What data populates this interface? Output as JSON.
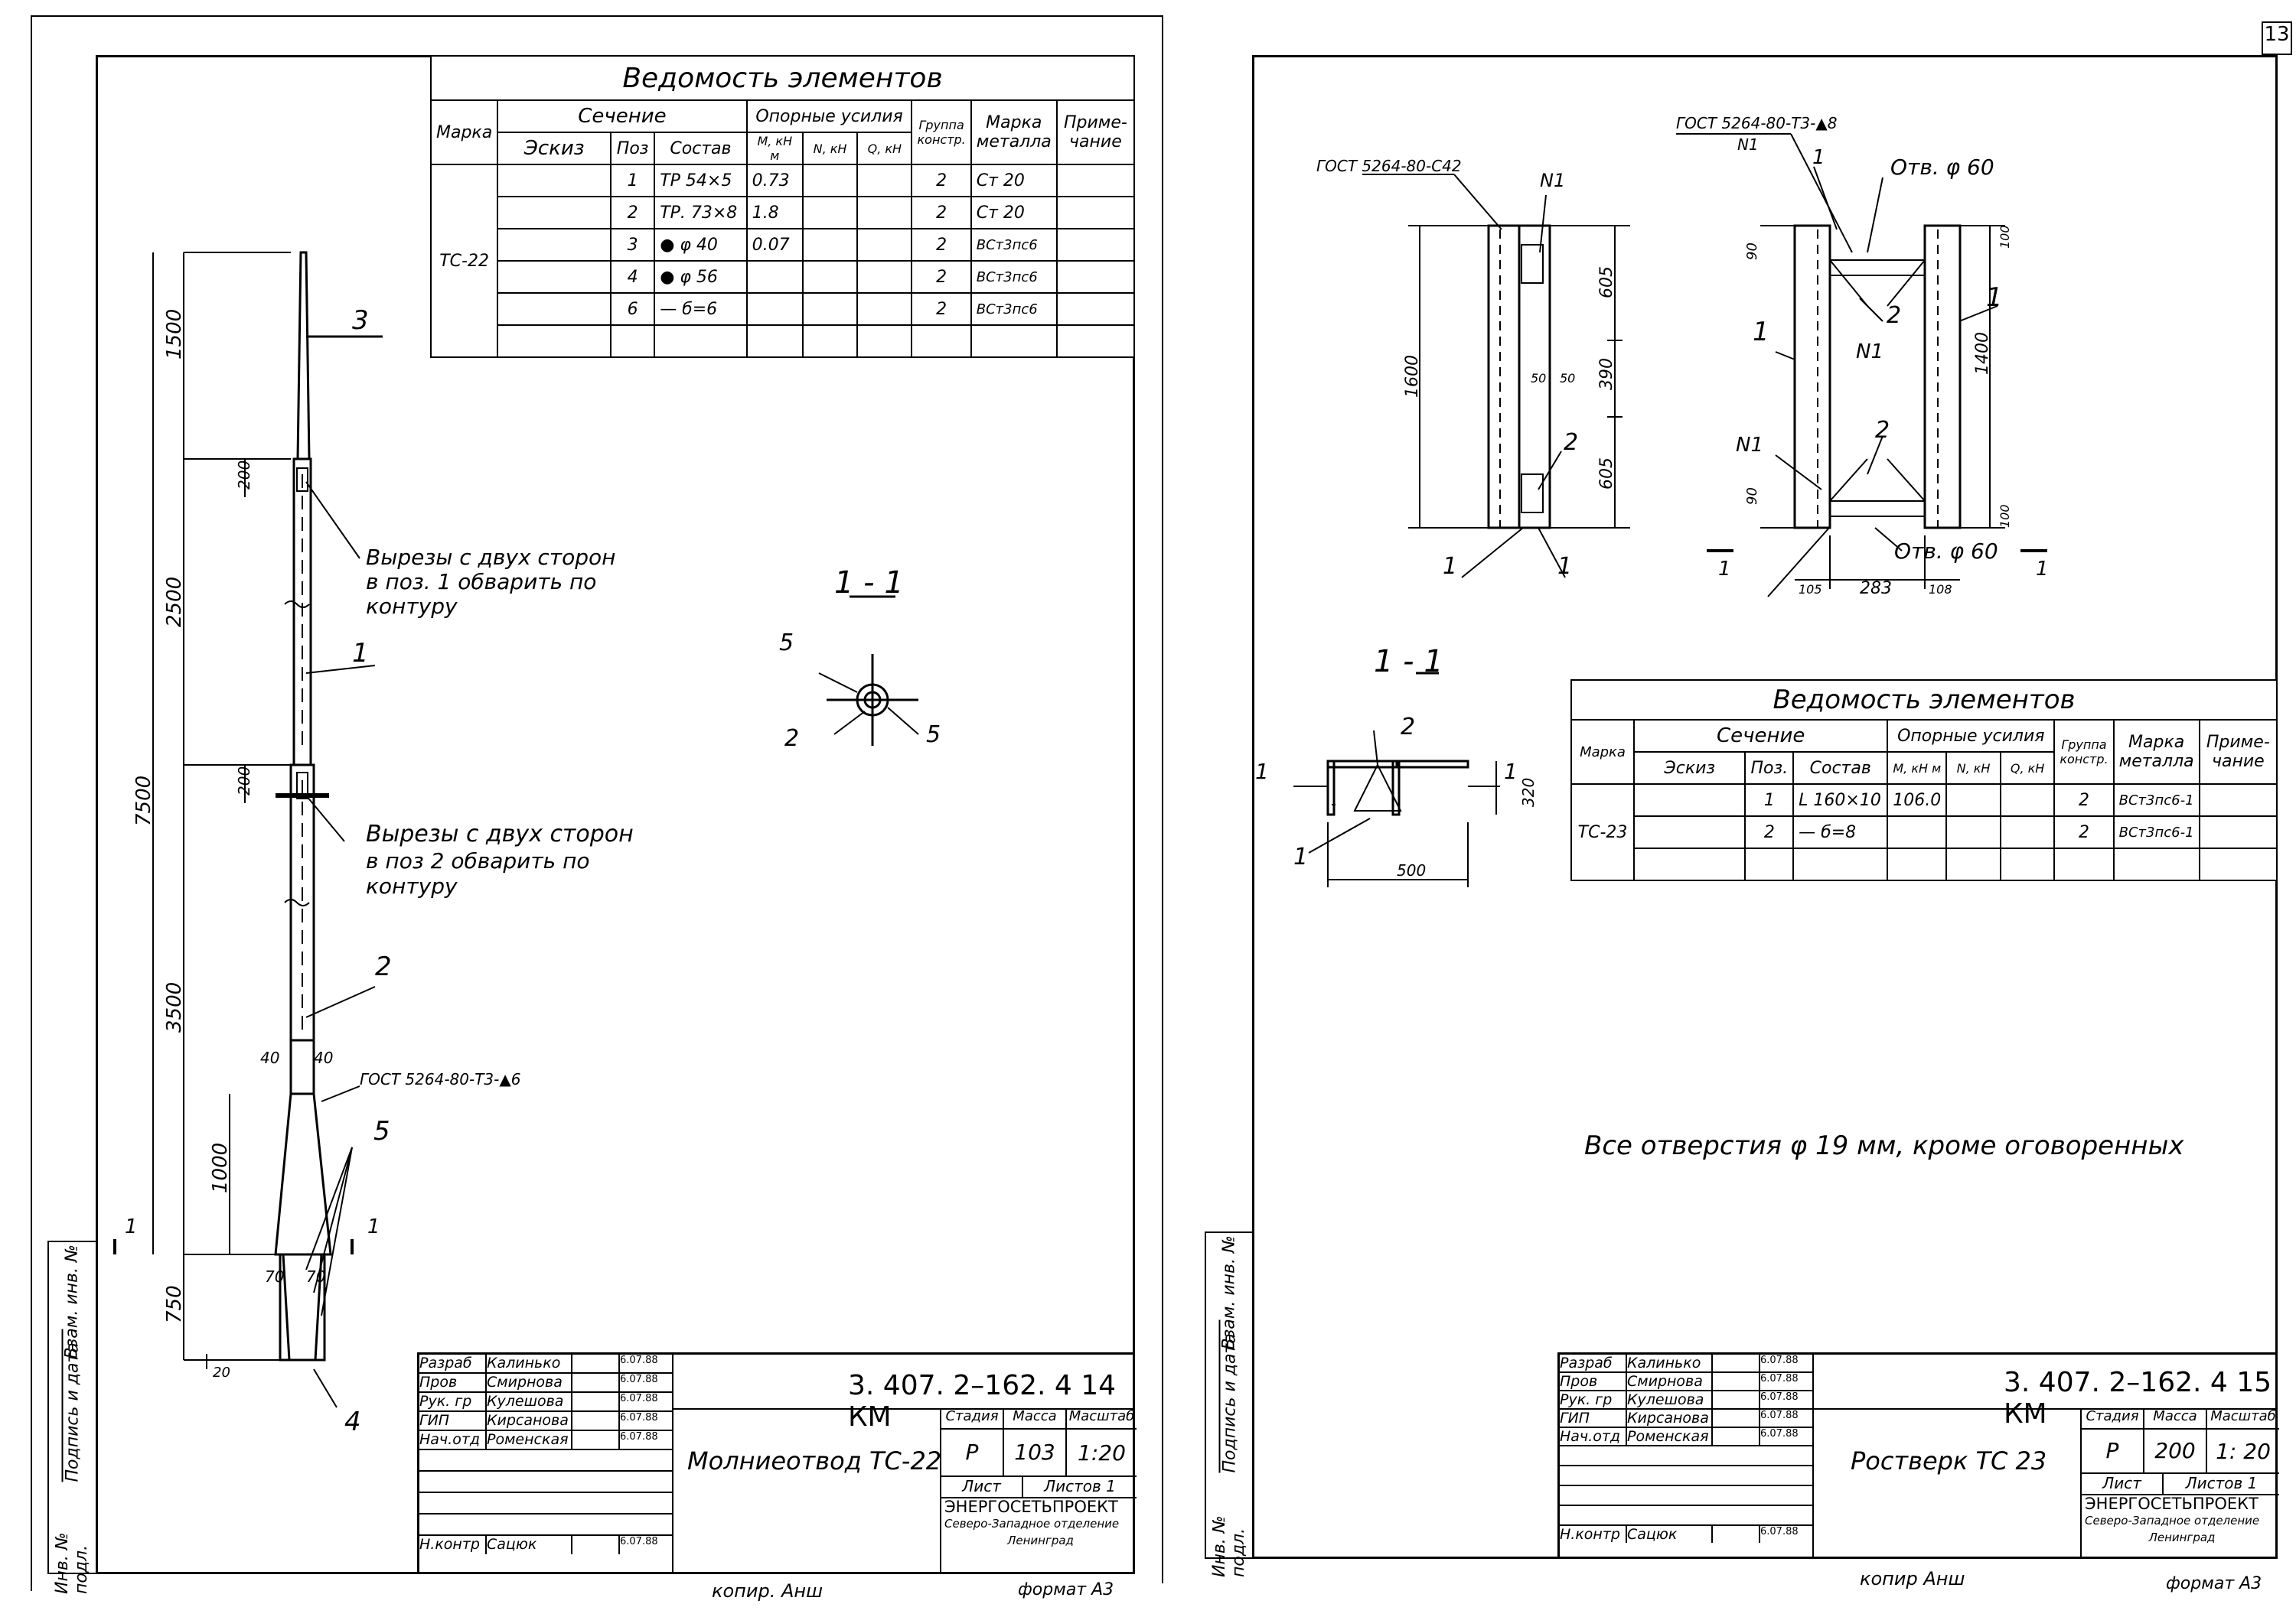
{
  "left": {
    "table": {
      "title": "Ведомость элементов",
      "h_marka": "Марка",
      "h_sechenie": "Сечение",
      "h_eskiz": "Эскиз",
      "h_poz": "Поз",
      "h_sostav": "Состав",
      "h_usiliya": "Опорные усилия",
      "h_m": "M, кН м",
      "h_n": "N, кН",
      "h_q": "Q, кН",
      "h_gruppa": "Группа констр.",
      "h_metall": "Марка металла",
      "h_prim": "Приме- чание",
      "mark": "ТС-22",
      "rows": [
        {
          "poz": "1",
          "sostav": "ТР 54×5",
          "m": "0.73",
          "g": "2",
          "metal": "Ст 20"
        },
        {
          "poz": "2",
          "sostav": "ТР. 73×8",
          "m": "1.8",
          "g": "2",
          "metal": "Ст 20"
        },
        {
          "poz": "3",
          "sostav": "● φ 40",
          "m": "0.07",
          "g": "2",
          "metal": "ВСт3пс6"
        },
        {
          "poz": "4",
          "sostav": "● φ 56",
          "m": "",
          "g": "2",
          "metal": "ВСт3пс6"
        },
        {
          "poz": "6",
          "sostav": "— б=6",
          "m": "",
          "g": "2",
          "metal": "ВСт3пс6"
        }
      ]
    },
    "drawing": {
      "dim_1500": "1500",
      "dim_200a": "200",
      "dim_2500": "2500",
      "dim_200b": "200",
      "dim_7500": "7500",
      "dim_3500": "3500",
      "dim_1000": "1000",
      "dim_750": "750",
      "dim_20": "20",
      "dim_40a": "40",
      "dim_40b": "40",
      "dim_70a": "70",
      "dim_70b": "70",
      "pos3": "3",
      "pos1": "1",
      "pos2": "2",
      "pos4": "4",
      "pos5": "5",
      "note1_l1": "Вырезы с двух сторон",
      "note1_l2": "в поз. 1 обварить по",
      "note1_l3": "контуру",
      "note2_l1": "Вырезы с двух сторон",
      "note2_l2": "в поз 2 обварить по",
      "note2_l3": "контуру",
      "gost": "ГОСТ 5264-80-Т3-▲6",
      "sec_label": "1 - 1",
      "sec_pos5a": "5",
      "sec_pos5b": "5",
      "sec_pos2": "2",
      "cut_a": "1",
      "cut_b": "1"
    },
    "stamp": {
      "roles": [
        "Разраб",
        "Пров",
        "Рук. гр",
        "ГИП",
        "Нач.отд"
      ],
      "names": [
        "Калинько",
        "Смирнова",
        "Кулешова",
        "Кирсанова",
        "Роменская"
      ],
      "dates": [
        "6.07.88",
        "6.07.88",
        "6.07.88",
        "6.07.88",
        "6.07.88"
      ],
      "nk_role": "Н.контр",
      "nk_name": "Сацюк",
      "nk_date": "6.07.88",
      "code": "3. 407. 2–162. 4 14 КМ",
      "title": "Молниеотвод ТС-22",
      "h_stadiya": "Стадия",
      "h_massa": "Масса",
      "h_masshtab": "Масштаб",
      "stadiya": "Р",
      "massa": "103",
      "masshtab": "1:20",
      "list": "Лист",
      "listov": "Листов 1",
      "org1": "ЭНЕРГОСЕТЬПРОЕКТ",
      "org2": "Северо-Западное отделение",
      "org3": "Ленинград"
    },
    "side": [
      "Инв. № подл.",
      "Подпись и дата",
      "Взам. инв. №"
    ],
    "footer_copy": "копир. Анш",
    "footer_format": "формат А3"
  },
  "right": {
    "corner": "13",
    "gost_top": "ГОСТ 5264-80-Т3-▲8",
    "n1_top": "N1",
    "gost_left": "ГОСТ 5264-80-С42",
    "n1_left": "N1",
    "otv_top": "Отв. φ 60",
    "otv_bot": "Отв. φ 60",
    "dims": {
      "d1600": "1600",
      "d605a": "605",
      "d390": "390",
      "d605b": "605",
      "d50a": "50",
      "d50b": "50",
      "d90a": "90",
      "d90b": "90",
      "d100a": "100",
      "d100b": "100",
      "d1400": "1400",
      "d105": "105",
      "d283": "283",
      "d108": "108",
      "d320": "320",
      "d500": "500"
    },
    "pos": {
      "p1a": "1",
      "p1b": "1",
      "p1c": "1",
      "p1d": "1",
      "p1e": "1",
      "p2a": "2",
      "p2b": "2",
      "p2c": "2",
      "p2d": "2",
      "n1a": "N1",
      "n1b": "N1",
      "cutA": "1",
      "cutB": "1",
      "s1a": "1",
      "s1b": "1",
      "s1c": "1"
    },
    "sec_label": "1 - 1",
    "note": "Все отверстия φ 19 мм, кроме оговоренных",
    "table": {
      "title": "Ведомость элементов",
      "h_marka": "Марка",
      "h_sechenie": "Сечение",
      "h_eskiz": "Эскиз",
      "h_poz": "Поз.",
      "h_sostav": "Состав",
      "h_usiliya": "Опорные усилия",
      "h_m": "M, кН м",
      "h_n": "N, кН",
      "h_q": "Q, кН",
      "h_gruppa": "Группа констр.",
      "h_metall": "Марка металла",
      "h_prim": "Приме- чание",
      "mark": "ТС-23",
      "rows": [
        {
          "poz": "1",
          "sostav": "L 160×10",
          "m": "106.0",
          "g": "2",
          "metal": "ВСт3пс6-1"
        },
        {
          "poz": "2",
          "sostav": "— б=8",
          "m": "",
          "g": "2",
          "metal": "ВСт3пс6-1"
        }
      ]
    },
    "stamp": {
      "roles": [
        "Разраб",
        "Пров",
        "Рук. гр",
        "ГИП",
        "Нач.отд"
      ],
      "names": [
        "Калинько",
        "Смирнова",
        "Кулешова",
        "Кирсанова",
        "Роменская"
      ],
      "dates": [
        "6.07.88",
        "6.07.88",
        "6.07.88",
        "6.07.88",
        "6.07.88"
      ],
      "nk_role": "Н.контр",
      "nk_name": "Сацюк",
      "nk_date": "6.07.88",
      "code": "3. 407. 2–162. 4 15 КМ",
      "title": "Ростверк ТС 23",
      "h_stadiya": "Стадия",
      "h_massa": "Масса",
      "h_masshtab": "Масштаб",
      "stadiya": "Р",
      "massa": "200",
      "masshtab": "1: 20",
      "list": "Лист",
      "listov": "Листов 1",
      "org1": "ЭНЕРГОСЕТЬПРОЕКТ",
      "org2": "Северо-Западное отделение",
      "org3": "Ленинград"
    },
    "side": [
      "Инв. № подл.",
      "Подпись и дата",
      "Взам. инв. №"
    ],
    "footer_copy": "копир Анш",
    "footer_format": "формат А3"
  }
}
